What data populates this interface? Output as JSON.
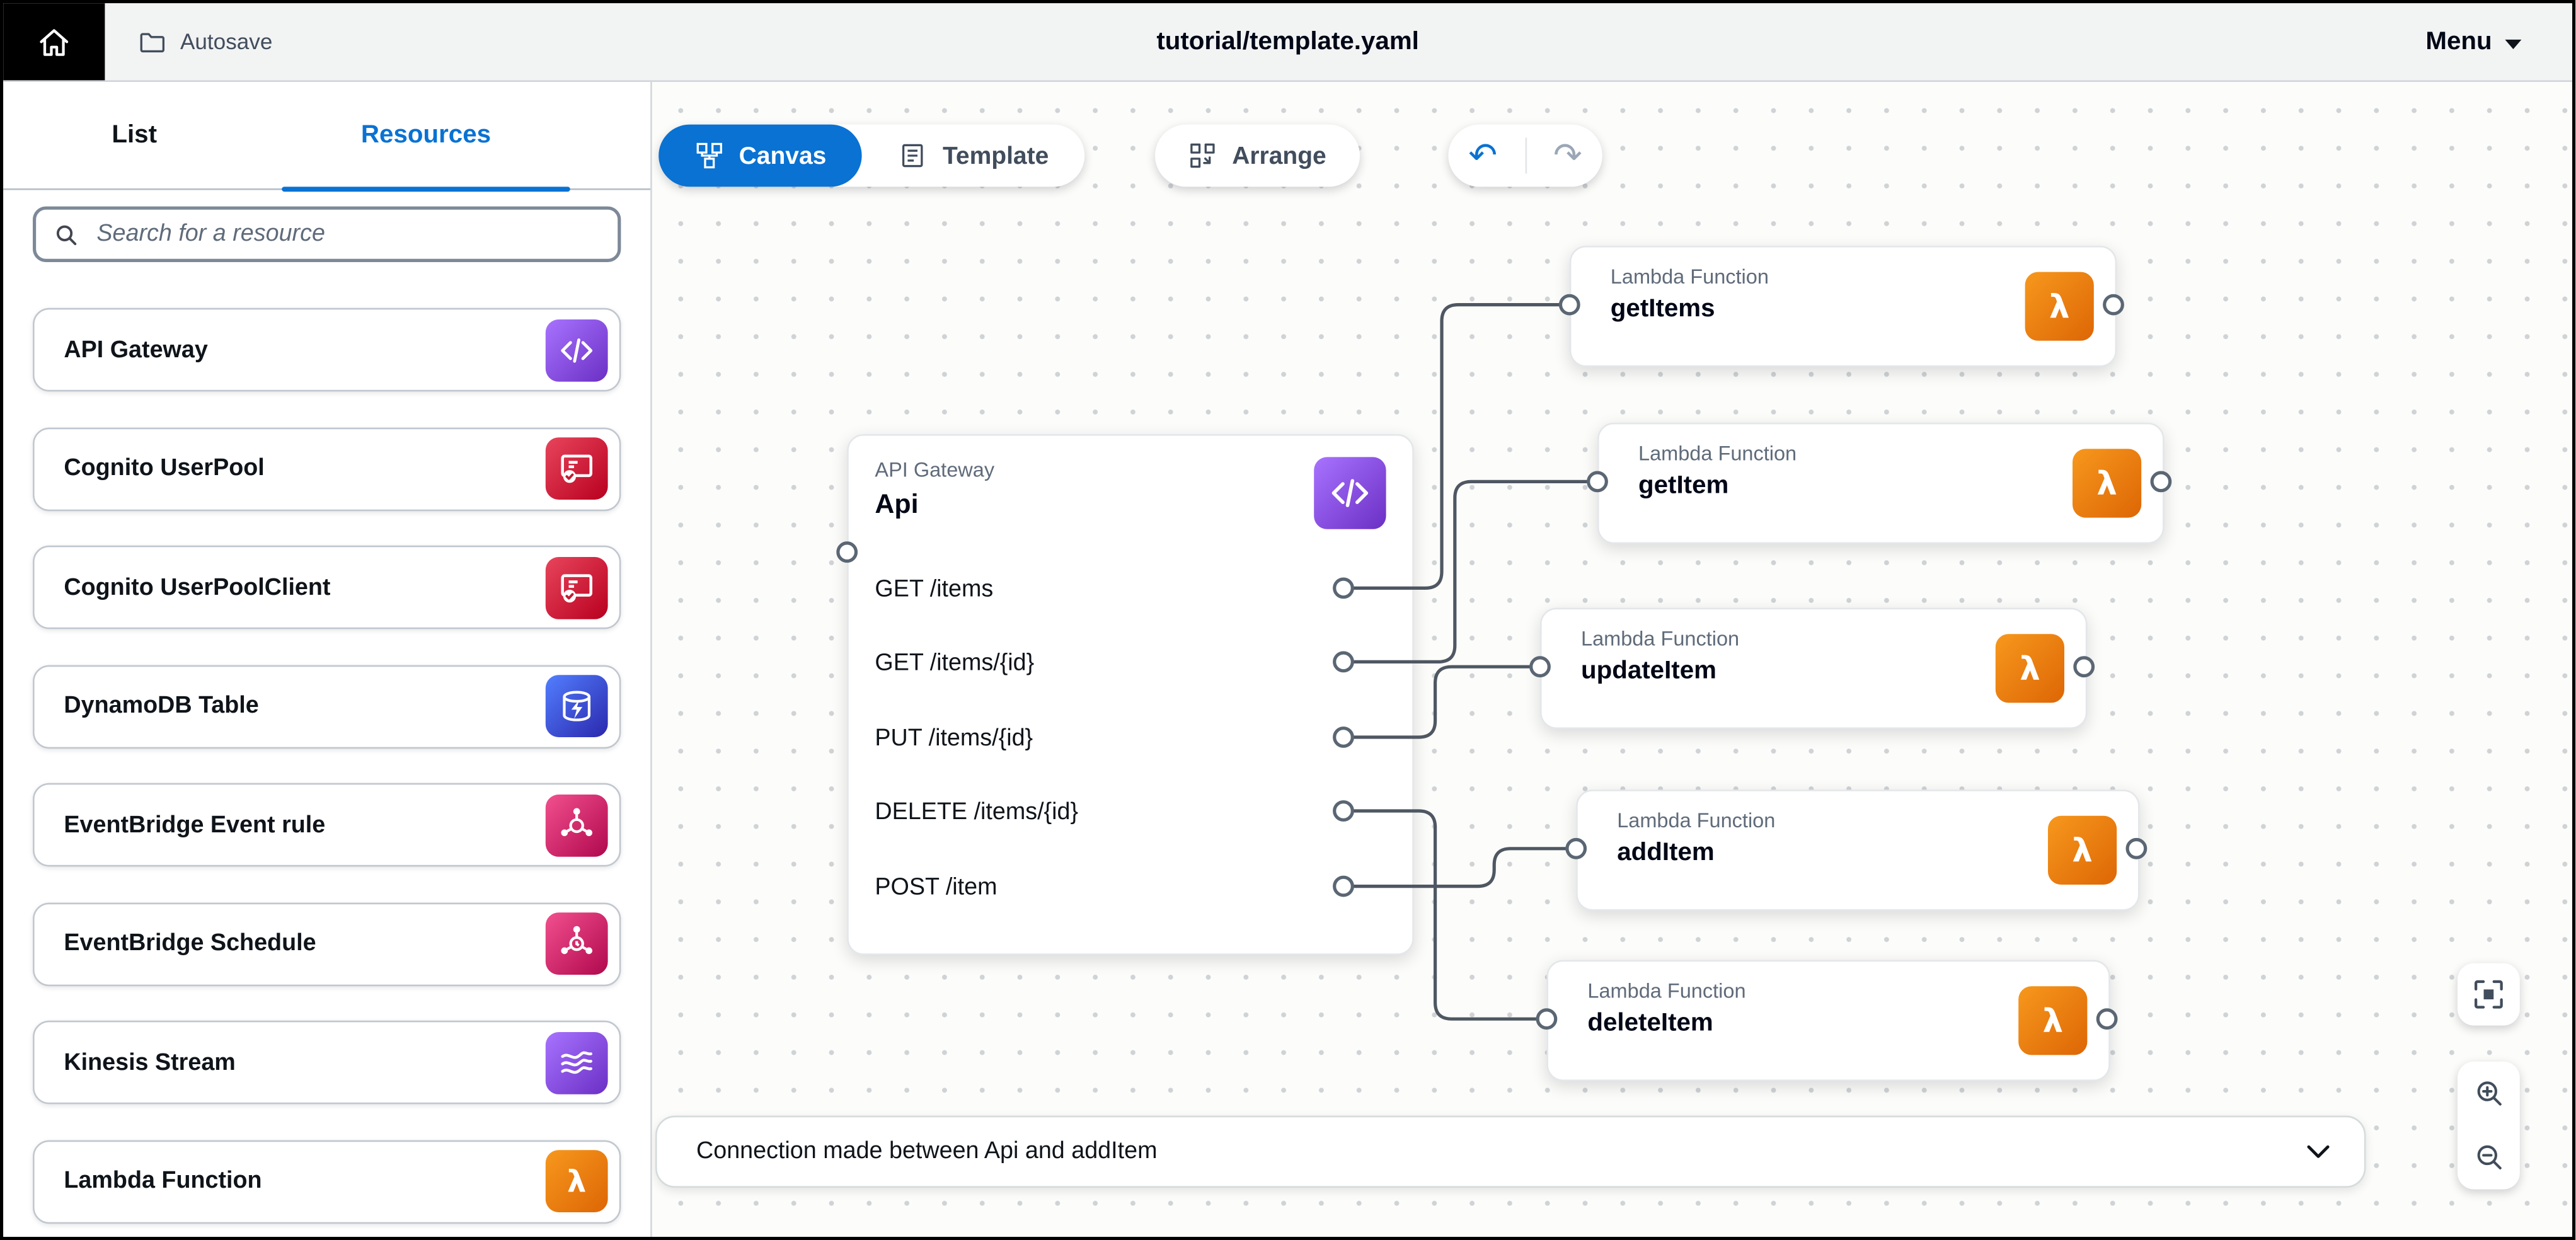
{
  "topbar": {
    "autosave_label": "Autosave",
    "title": "tutorial/template.yaml",
    "menu_label": "Menu"
  },
  "sidebar": {
    "tab_list": "List",
    "tab_resources": "Resources",
    "search_placeholder": "Search for a resource",
    "resources": [
      {
        "label": "API Gateway",
        "icon": "api-gateway-icon"
      },
      {
        "label": "Cognito UserPool",
        "icon": "cognito-userpool-icon"
      },
      {
        "label": "Cognito UserPoolClient",
        "icon": "cognito-userpoolclient-icon"
      },
      {
        "label": "DynamoDB Table",
        "icon": "dynamodb-icon"
      },
      {
        "label": "EventBridge Event rule",
        "icon": "eventbridge-rule-icon"
      },
      {
        "label": "EventBridge Schedule",
        "icon": "eventbridge-schedule-icon"
      },
      {
        "label": "Kinesis Stream",
        "icon": "kinesis-icon"
      },
      {
        "label": "Lambda Function",
        "icon": "lambda-icon"
      }
    ]
  },
  "toolbar": {
    "canvas_label": "Canvas",
    "template_label": "Template",
    "arrange_label": "Arrange"
  },
  "icons": {
    "undo_glyph": "↶",
    "redo_glyph": "↷"
  },
  "canvas": {
    "api_card": {
      "type_label": "API Gateway",
      "name": "Api",
      "routes": [
        "GET /items",
        "GET /items/{id}",
        "PUT /items/{id}",
        "DELETE /items/{id}",
        "POST /item"
      ]
    },
    "lambdas": [
      {
        "type_label": "Lambda Function",
        "name": "getItems"
      },
      {
        "type_label": "Lambda Function",
        "name": "getItem"
      },
      {
        "type_label": "Lambda Function",
        "name": "updateItem"
      },
      {
        "type_label": "Lambda Function",
        "name": "addItem"
      },
      {
        "type_label": "Lambda Function",
        "name": "deleteItem"
      }
    ],
    "status_message": "Connection made between Api and addItem"
  },
  "colors": {
    "accent_blue": "#0972d3",
    "wire_gray": "#4e5762",
    "api_gateway_gradient": [
      "#a873ff",
      "#6b2fc4"
    ],
    "cognito_gradient": [
      "#e8455c",
      "#b8001f"
    ],
    "dynamodb_gradient": [
      "#527fff",
      "#2b27ad"
    ],
    "eventbridge_gradient": [
      "#f2508f",
      "#b0084d"
    ],
    "kinesis_gradient": [
      "#a873ff",
      "#6b2fc4"
    ],
    "lambda_gradient": [
      "#f7981d",
      "#dd6605"
    ]
  }
}
